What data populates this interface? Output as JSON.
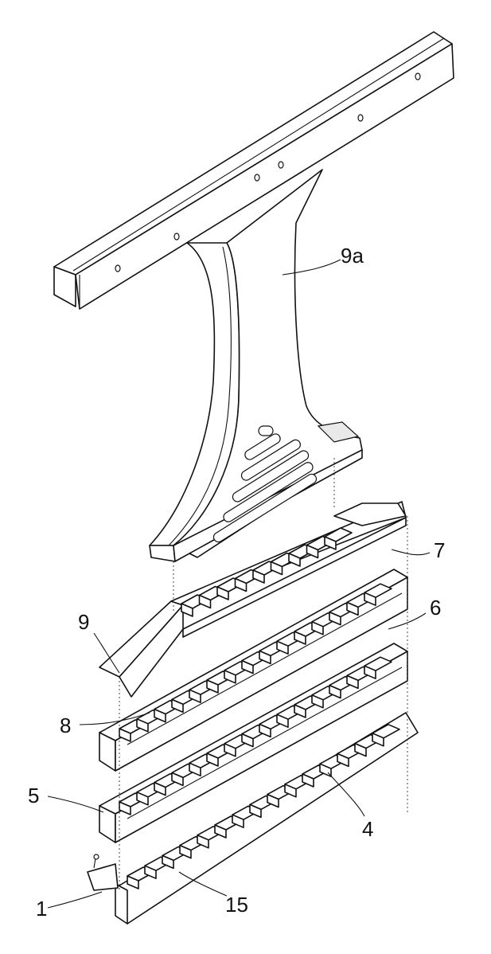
{
  "labels": {
    "l9a": "9a",
    "l7": "7",
    "l6": "6",
    "l9": "9",
    "l8": "8",
    "l5": "5",
    "l4": "4",
    "l1": "1",
    "l15": "15"
  }
}
